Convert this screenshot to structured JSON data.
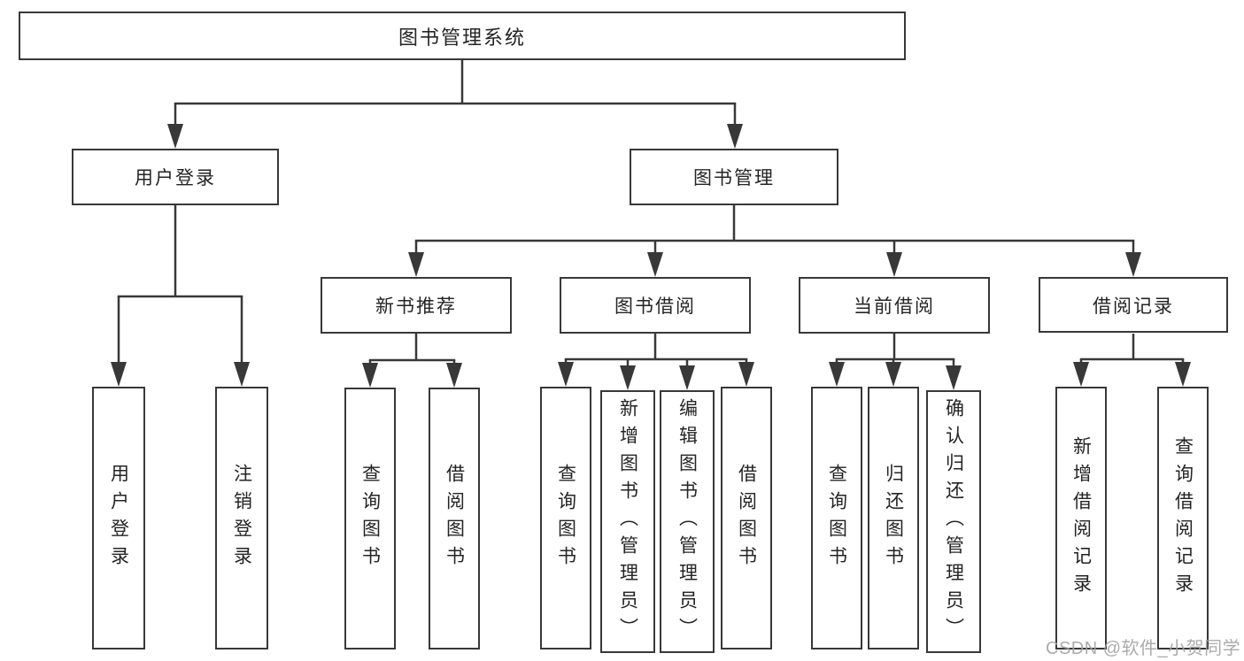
{
  "colors": {
    "line": "#383838",
    "text": "#242424",
    "watermark": "#a3a3a3",
    "bg": "#ffffff"
  },
  "tree": {
    "label": "图书管理系统",
    "children": [
      {
        "label": "用户登录",
        "children": [
          {
            "label": "用户登录"
          },
          {
            "label": "注销登录"
          }
        ]
      },
      {
        "label": "图书管理",
        "children": [
          {
            "label": "新书推荐",
            "children": [
              {
                "label": "查询图书"
              },
              {
                "label": "借阅图书"
              }
            ]
          },
          {
            "label": "图书借阅",
            "children": [
              {
                "label": "查询图书"
              },
              {
                "label": "新增图书（管理员）"
              },
              {
                "label": "编辑图书（管理员）"
              },
              {
                "label": "借阅图书"
              }
            ]
          },
          {
            "label": "当前借阅",
            "children": [
              {
                "label": "查询图书"
              },
              {
                "label": "归还图书"
              },
              {
                "label": "确认归还（管理员）"
              }
            ]
          },
          {
            "label": "借阅记录",
            "children": [
              {
                "label": "新增借阅记录"
              },
              {
                "label": "查询借阅记录"
              }
            ]
          }
        ]
      }
    ]
  },
  "watermark": "CSDN @软件_小贺同学"
}
